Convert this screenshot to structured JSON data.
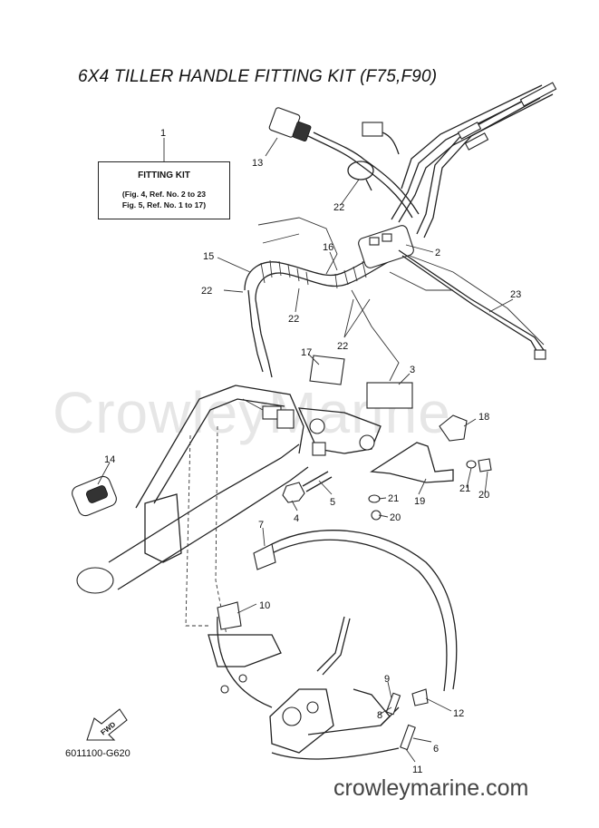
{
  "title": "6X4 TILLER HANDLE FITTING KIT (F75,F90)",
  "kit_box": {
    "title": "FITTING KIT",
    "line1": "(Fig. 4, Ref. No. 2 to 23",
    "line2": "Fig. 5, Ref. No. 1 to 17)"
  },
  "callouts": {
    "c1": "1",
    "c2": "2",
    "c3": "3",
    "c4": "4",
    "c5": "5",
    "c6": "6",
    "c7": "7",
    "c8": "8",
    "c9": "9",
    "c10": "10",
    "c11": "11",
    "c12": "12",
    "c13": "13",
    "c14": "14",
    "c15": "15",
    "c16": "16",
    "c17": "17",
    "c18": "18",
    "c19": "19",
    "c20a": "20",
    "c20b": "20",
    "c21a": "21",
    "c21b": "21",
    "c22a": "22",
    "c22b": "22",
    "c22c": "22",
    "c22d": "22",
    "c23": "23"
  },
  "fwd_label": "FWD",
  "diagram_code": "6011100-G620",
  "watermark": "CrowleyMarine",
  "website": "crowleymarine.com",
  "icons": [
    "fwd-arrow-icon"
  ]
}
